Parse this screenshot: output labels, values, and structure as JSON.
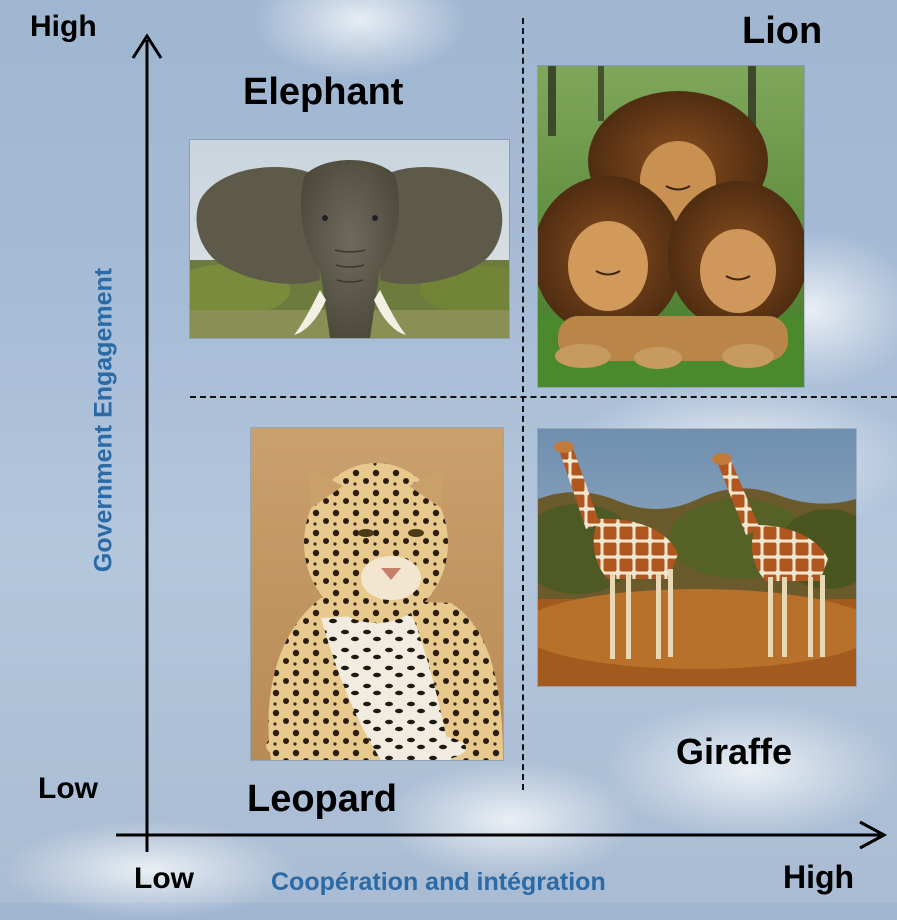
{
  "y_axis": {
    "high_label": "High",
    "low_label": "Low",
    "title": "Government Engagement"
  },
  "x_axis": {
    "low_label": "Low",
    "high_label": "High",
    "title": "Coopération and intégration"
  },
  "quadrants": {
    "top_left": {
      "label": "Elephant",
      "photo": "elephant-photo"
    },
    "top_right": {
      "label": "Lion",
      "photo": "lion-photo"
    },
    "bottom_left": {
      "label": "Leopard",
      "photo": "leopard-photo"
    },
    "bottom_right": {
      "label": "Giraffe",
      "photo": "giraffe-photo"
    }
  },
  "colors": {
    "axis_title": "#2a6aa6",
    "axis_line": "#000000",
    "divider": "#111111"
  }
}
